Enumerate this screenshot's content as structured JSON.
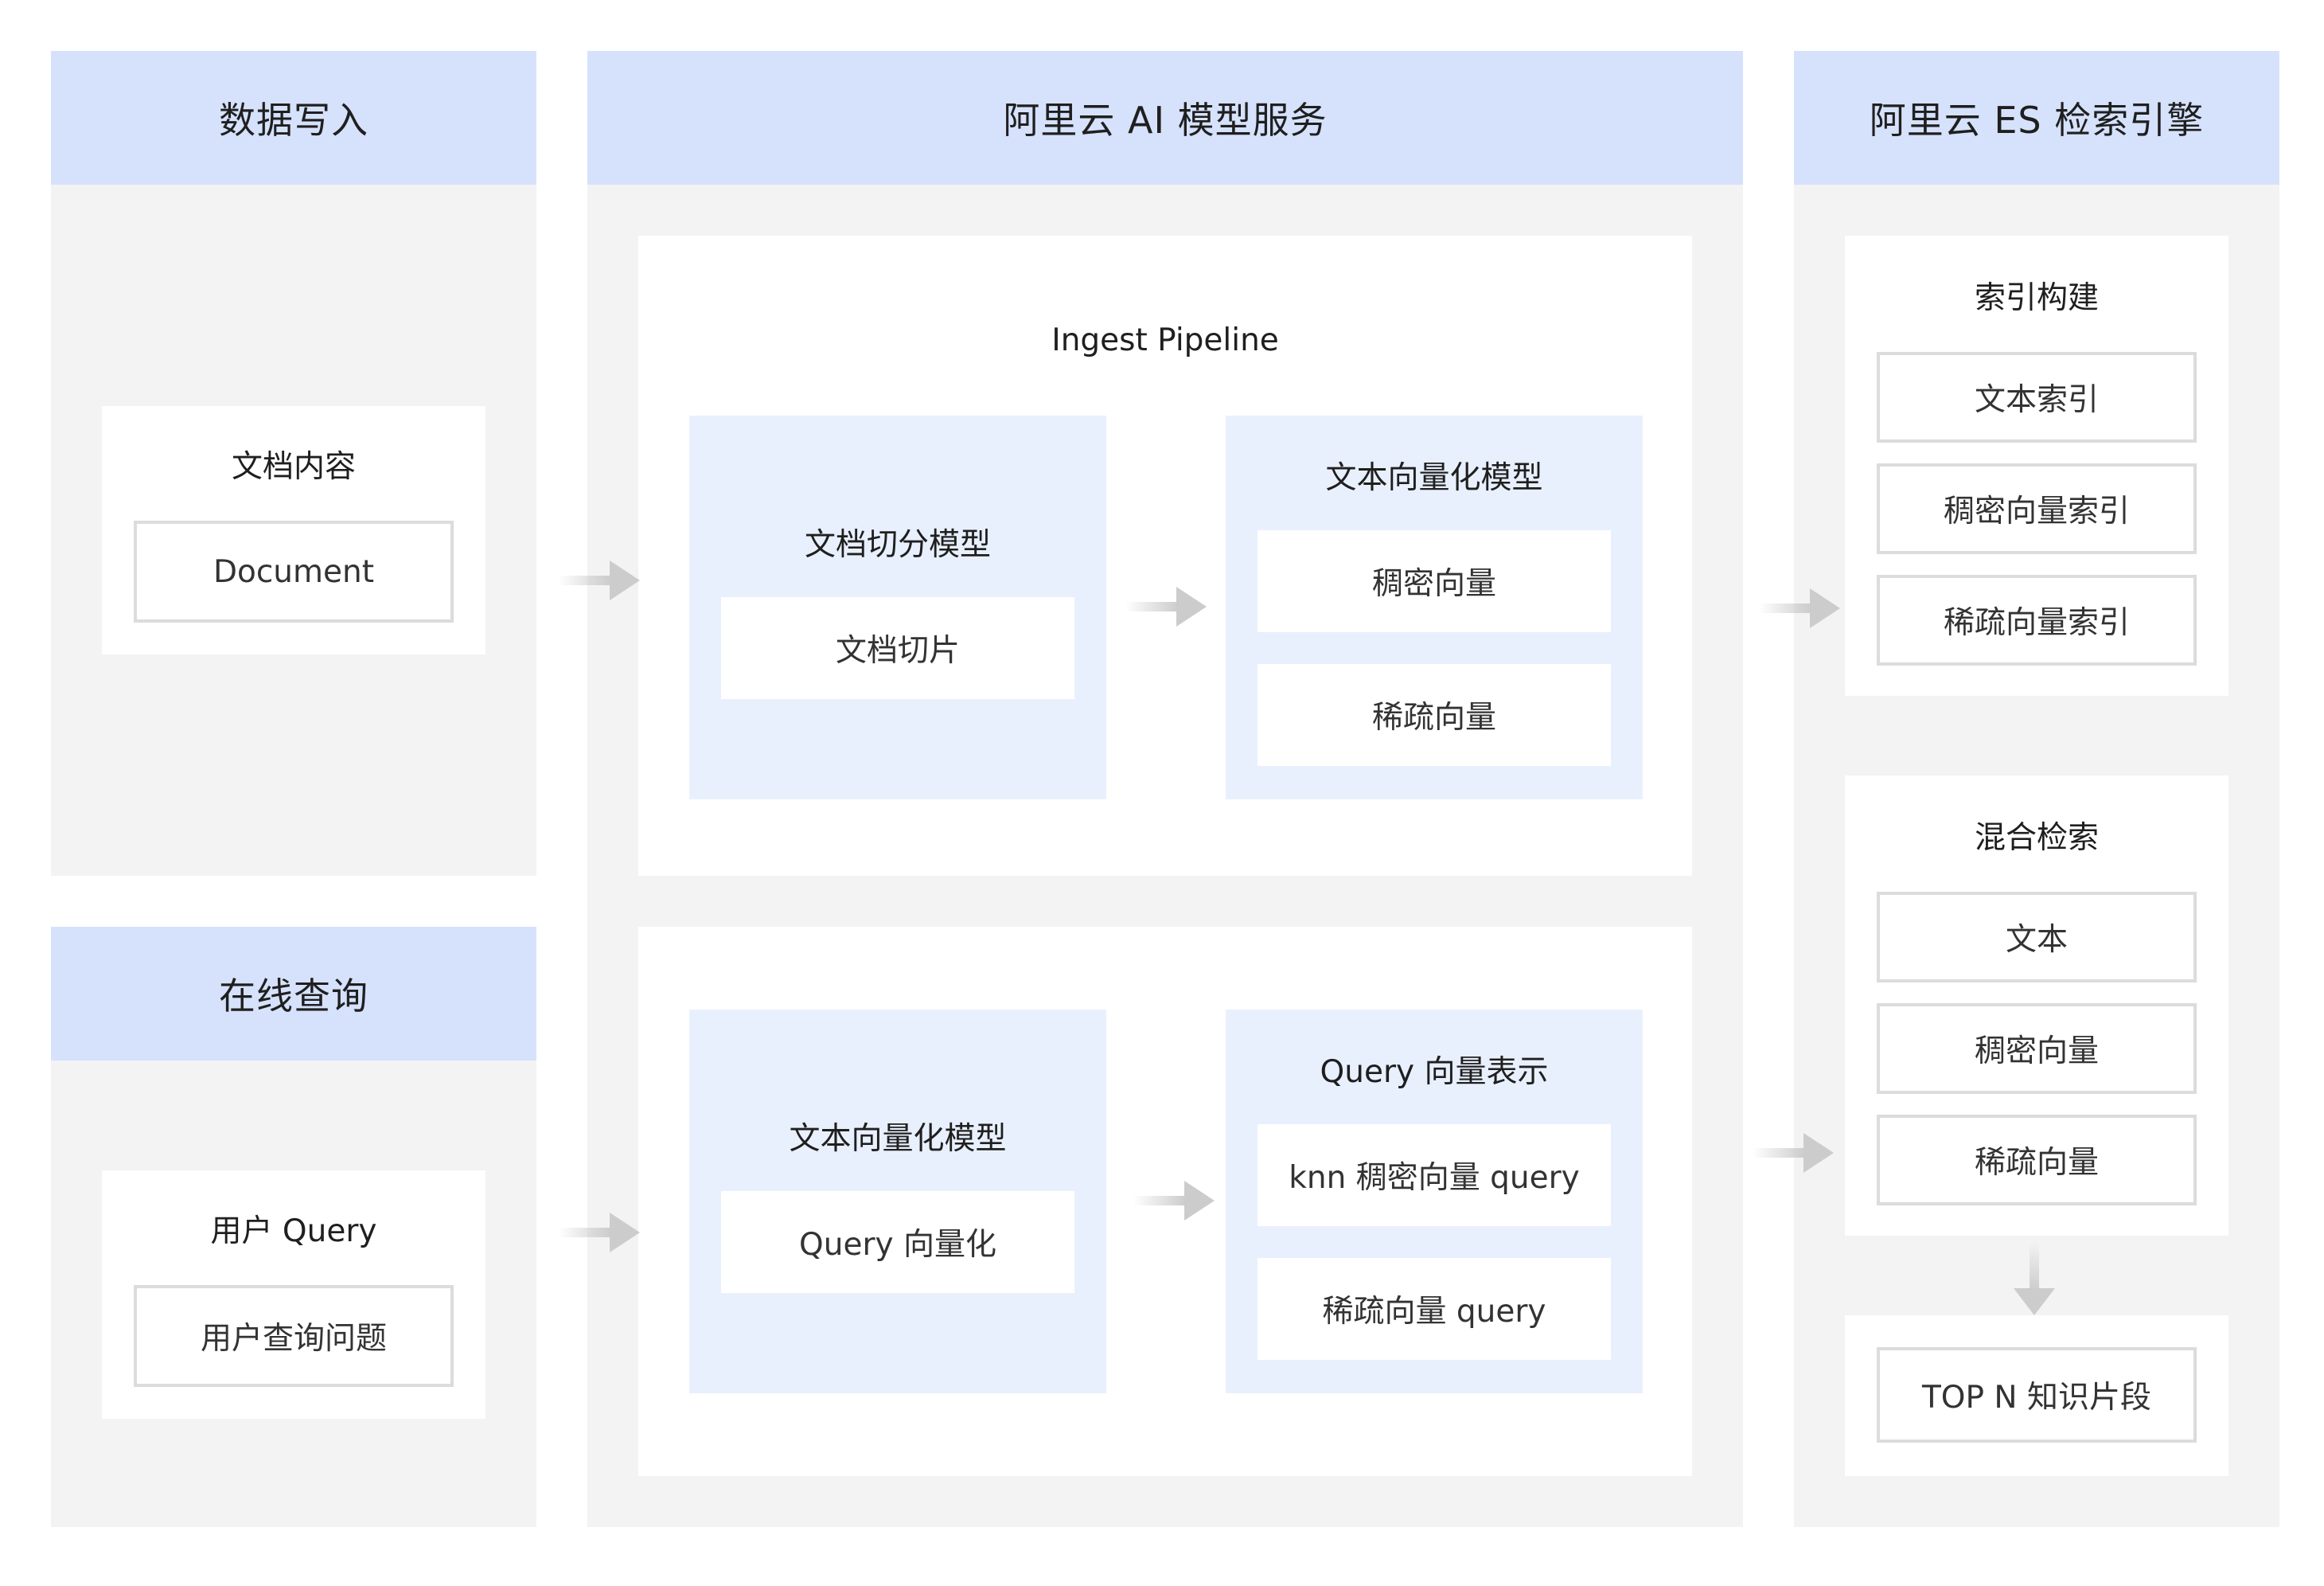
{
  "columns": {
    "write": {
      "title": "数据写入"
    },
    "ai": {
      "title": "阿里云 AI 模型服务"
    },
    "es": {
      "title": "阿里云 ES 检索引擎"
    },
    "query": {
      "title": "在线查询"
    }
  },
  "write_panel": {
    "title": "文档内容",
    "item": "Document"
  },
  "query_panel": {
    "title": "用户 Query",
    "item": "用户查询问题"
  },
  "ingest": {
    "title": "Ingest Pipeline",
    "split_model": {
      "title": "文档切分模型",
      "item": "文档切片"
    },
    "vector_model": {
      "title": "文本向量化模型",
      "items": [
        "稠密向量",
        "稀疏向量"
      ]
    }
  },
  "online": {
    "vector_model": {
      "title": "文本向量化模型",
      "item": "Query 向量化"
    },
    "query_repr": {
      "title": "Query 向量表示",
      "items": [
        "knn 稠密向量 query",
        "稀疏向量 query"
      ]
    }
  },
  "index_build": {
    "title": "索引构建",
    "items": [
      "文本索引",
      "稠密向量索引",
      "稀疏向量索引"
    ]
  },
  "hybrid": {
    "title": "混合检索",
    "items": [
      "文本",
      "稠密向量",
      "稀疏向量"
    ]
  },
  "result": {
    "item": "TOP N 知识片段"
  },
  "colors": {
    "header_bg": "#d6e2fc",
    "column_bg": "#f3f3f3",
    "inner_blue": "#e9f0fd",
    "arrow": "#cccccc",
    "border": "#dcdcdc"
  }
}
